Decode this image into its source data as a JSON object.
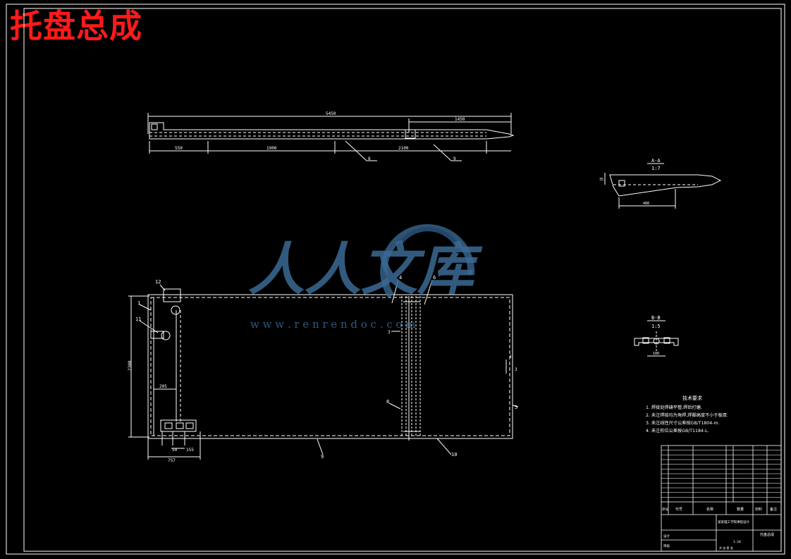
{
  "header": {
    "title": "托盘总成"
  },
  "watermark": {
    "brand": "人人文库",
    "url": "w w w . r e n r e n d o c . c o m"
  },
  "top_view": {
    "overall_dim": "5450",
    "right_dim": "1450",
    "segment_dims": [
      "550",
      "1900",
      "2100"
    ],
    "callouts": [
      "8",
      "9"
    ]
  },
  "section_aa": {
    "label": "A-A",
    "scale": "1:7",
    "dim_left": "35",
    "dim_bottom": "480"
  },
  "section_bb": {
    "label": "B-B",
    "scale": "1:5",
    "dim_bottom": "100"
  },
  "main_view": {
    "height_dim": "2300",
    "dim_inner": "205",
    "dim_bottom_left": "757",
    "dim_bottom_small": "155",
    "dim_bottom_mid": "50",
    "callouts": [
      "12",
      "1",
      "11",
      "4",
      "6",
      "3",
      "5",
      "8",
      "10",
      "9",
      "3",
      "4"
    ]
  },
  "notes": {
    "title": "技术要求",
    "items": [
      "1. 焊接处焊缝平整,焊后打磨.",
      "2. 未注焊接均为角焊,焊脚高度不小于板厚.",
      "3. 未注线性尺寸公差按GB/T1804-m.",
      "4. 未注形位公差按GB/T1184-L."
    ]
  },
  "title_block": {
    "header_cols": [
      "序号",
      "代号",
      "名称",
      "数量",
      "材料",
      "备注"
    ],
    "school": "某某理工学院课程设计",
    "drawing_name": "托盘总成",
    "scale": "1:10",
    "designer_label": "设计",
    "checker_label": "审核",
    "sheet_label": "共 张 第 张"
  },
  "colors": {
    "line": "#ffffff",
    "dash": "#ffffff",
    "title": "#ff1a1a",
    "watermark": "#3a6a95"
  }
}
